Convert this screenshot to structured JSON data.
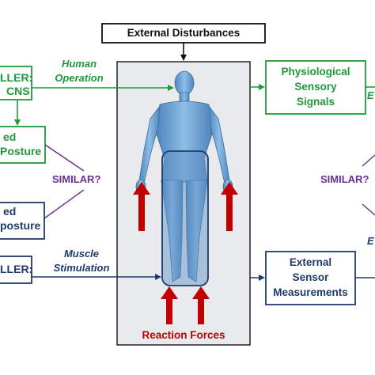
{
  "top_box": {
    "label": "External Disturbances"
  },
  "left": {
    "controller_top": [
      "LLER:",
      "CNS"
    ],
    "desired_posture": [
      "ed",
      "Posture"
    ],
    "measured_posture": [
      "ed",
      "posture"
    ],
    "controller_bottom": "LLER:"
  },
  "arrows": {
    "human_operation": [
      "Human",
      "Operation"
    ],
    "muscle_stimulation": [
      "Muscle",
      "Stimulation"
    ]
  },
  "right": {
    "physiological": [
      "Physiological",
      "Sensory",
      "Signals"
    ],
    "external_sensor": [
      "External",
      "Sensor",
      "Measurements"
    ],
    "edge_top": "E",
    "edge_bottom": "E"
  },
  "similar": {
    "left": "SIMILAR?",
    "right": "SIMILAR?"
  },
  "reaction_forces": "Reaction Forces",
  "colors": {
    "green": "#1e9a3a",
    "navy": "#1f3b6b",
    "purple": "#6a2f95",
    "red": "#c00000",
    "panel": "#e8eaed",
    "body": "#6fa6d6"
  }
}
